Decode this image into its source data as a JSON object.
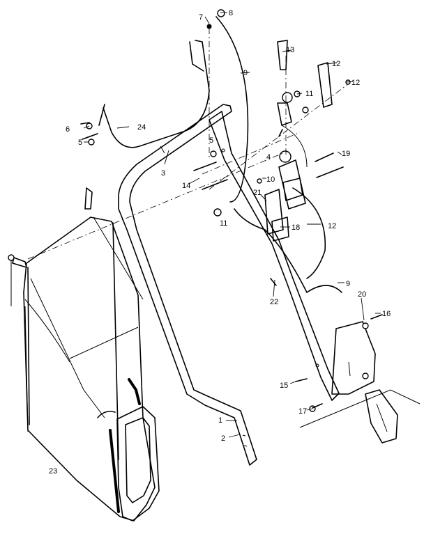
{
  "callouts": [
    {
      "id": "c1",
      "text": "1"
    },
    {
      "id": "c2",
      "text": "2"
    },
    {
      "id": "c3",
      "text": "3"
    },
    {
      "id": "c4",
      "text": "4"
    },
    {
      "id": "c5a",
      "text": "5"
    },
    {
      "id": "c5b",
      "text": "5"
    },
    {
      "id": "c6",
      "text": "6"
    },
    {
      "id": "c7",
      "text": "7"
    },
    {
      "id": "c8",
      "text": "8"
    },
    {
      "id": "c9a",
      "text": "9"
    },
    {
      "id": "c9b",
      "text": "9"
    },
    {
      "id": "c10",
      "text": "10"
    },
    {
      "id": "c11a",
      "text": "11"
    },
    {
      "id": "c11b",
      "text": "11"
    },
    {
      "id": "c12a",
      "text": "12"
    },
    {
      "id": "c12b",
      "text": "12"
    },
    {
      "id": "c12c",
      "text": "12"
    },
    {
      "id": "c13",
      "text": "13"
    },
    {
      "id": "c14",
      "text": "14"
    },
    {
      "id": "c15",
      "text": "15"
    },
    {
      "id": "c16",
      "text": "16"
    },
    {
      "id": "c17",
      "text": "17"
    },
    {
      "id": "c18",
      "text": "18"
    },
    {
      "id": "c19",
      "text": "19"
    },
    {
      "id": "c20",
      "text": "20"
    },
    {
      "id": "c21",
      "text": "21"
    },
    {
      "id": "c22",
      "text": "22"
    },
    {
      "id": "c23",
      "text": "23"
    },
    {
      "id": "c24",
      "text": "24"
    }
  ]
}
